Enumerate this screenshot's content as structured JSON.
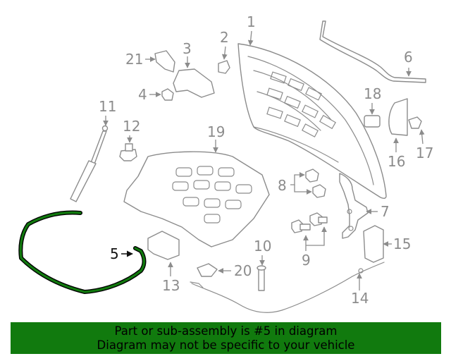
{
  "diagram": {
    "highlight_color": "#117a0e",
    "highlighted_part": "5",
    "callouts": {
      "c1": "1",
      "c2": "2",
      "c3": "3",
      "c4": "4",
      "c5": "5",
      "c6": "6",
      "c7": "7",
      "c8": "8",
      "c9": "9",
      "c10": "10",
      "c11": "11",
      "c12": "12",
      "c13": "13",
      "c14": "14",
      "c15": "15",
      "c16": "16",
      "c17": "17",
      "c18": "18",
      "c19": "19",
      "c20": "20",
      "c21": "21"
    }
  },
  "banner": {
    "line1": "Part or sub-assembly is #5 in diagram",
    "line2": "Diagram may not be specific to your vehicle",
    "background": "#117a0e"
  }
}
